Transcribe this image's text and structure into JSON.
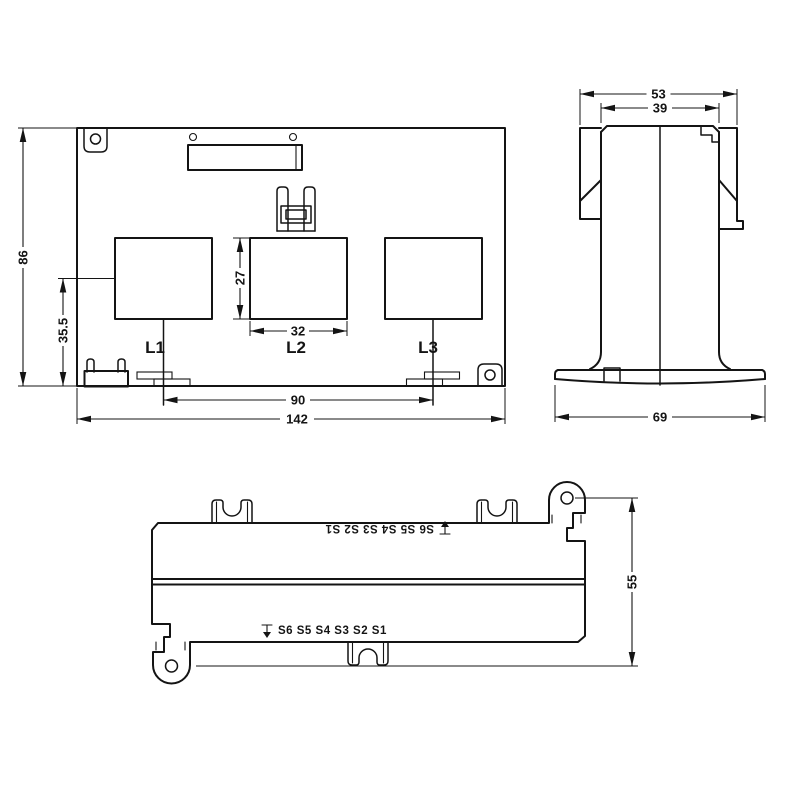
{
  "drawing": {
    "type": "engineering-three-view-drawing",
    "background": "#ffffff",
    "ink": "#141414",
    "front_view": {
      "window_labels": {
        "l1": "L1",
        "l2": "L2",
        "l3": "L3"
      },
      "dims": {
        "height": "86",
        "base_offset": "35.5",
        "window_height": "27",
        "window_width": "32",
        "window_spacing": "90",
        "width": "142"
      }
    },
    "side_view": {
      "dims": {
        "top_width": "53",
        "body_width": "39",
        "base_width": "69"
      }
    },
    "bottom_view": {
      "dims": {
        "mount_hole_spacing": "55"
      },
      "terminals": {
        "top_row": "S6 S5 S4 S3 S2 S1",
        "bottom_row": "S6 S5 S4 S3 S2 S1"
      }
    }
  }
}
